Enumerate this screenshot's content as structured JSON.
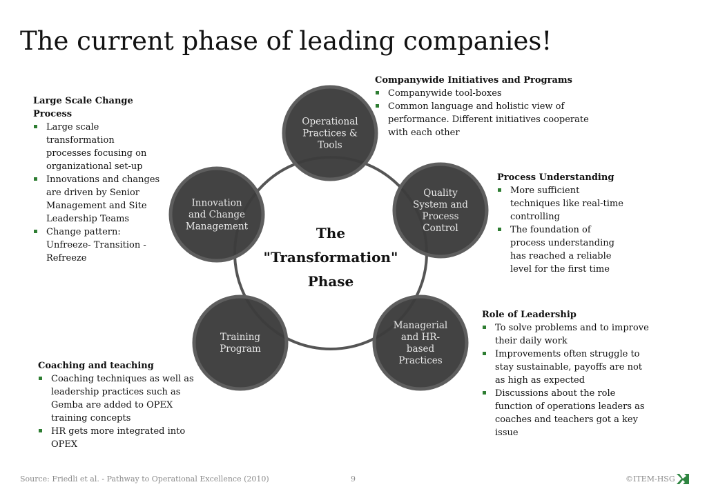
{
  "title": "The current phase of leading companies!",
  "center": {
    "line1": "The",
    "line2": "\"Transformation\"",
    "line3": "Phase"
  },
  "nodes": [
    {
      "id": "operational",
      "lines": [
        "Operational",
        "Practices &",
        "Tools"
      ]
    },
    {
      "id": "quality",
      "lines": [
        "Quality",
        "System and",
        "Process",
        "Control"
      ]
    },
    {
      "id": "managerial",
      "lines": [
        "Managerial",
        "and HR-",
        "based",
        "Practices"
      ]
    },
    {
      "id": "training",
      "lines": [
        "Training",
        "Program"
      ]
    },
    {
      "id": "innovation",
      "lines": [
        "Innovation",
        "and Change",
        "Management"
      ]
    }
  ],
  "blocks": {
    "large_scale": {
      "heading": [
        "Large Scale Change",
        "Process"
      ],
      "bullets": [
        [
          "Large scale",
          "transformation",
          "processes focusing on",
          "organizational set-up"
        ],
        [
          "Innovations and changes",
          "are driven by Senior",
          "Management and Site",
          "Leadership Teams"
        ],
        [
          "Change pattern:",
          "Unfreeze- Transition -",
          "Refreeze"
        ]
      ]
    },
    "companywide": {
      "heading": [
        "Companywide Initiatives and Programs"
      ],
      "bullets": [
        [
          "Companywide tool-boxes"
        ],
        [
          "Common language and holistic view of",
          "performance. Different initiatives cooperate",
          "with each other"
        ]
      ]
    },
    "process": {
      "heading": [
        "Process Understanding"
      ],
      "bullets": [
        [
          "More sufficient",
          "techniques like real-time",
          "controlling"
        ],
        [
          "The foundation of",
          "process understanding",
          "has reached  a reliable",
          "level for the first time"
        ]
      ]
    },
    "leadership": {
      "heading": [
        "Role of Leadership"
      ],
      "bullets": [
        [
          "To  solve problems and to improve",
          "their daily work"
        ],
        [
          "Improvements often struggle to",
          "stay sustainable, payoffs are not",
          "as high as expected"
        ],
        [
          "Discussions about the role",
          "function of operations leaders as",
          "coaches and teachers got a key",
          "issue"
        ]
      ]
    },
    "coaching": {
      "heading": [
        "Coaching and teaching"
      ],
      "bullets": [
        [
          "Coaching techniques as well as",
          "leadership practices such as",
          "Gemba are added to OPEX",
          "training concepts"
        ],
        [
          "HR gets more integrated into",
          "OPEX"
        ]
      ]
    }
  },
  "footer": {
    "source": "Source: Friedli et al. - Pathway to Operational Excellence (2010)",
    "page": "9",
    "copyright": "©ITEM-HSG"
  },
  "colors": {
    "node_fill": "#3d3d3d",
    "node_stroke": "#5e5e5e",
    "ring": "#555555",
    "bullet": "#2e7d32",
    "logo": "#2e8540"
  }
}
